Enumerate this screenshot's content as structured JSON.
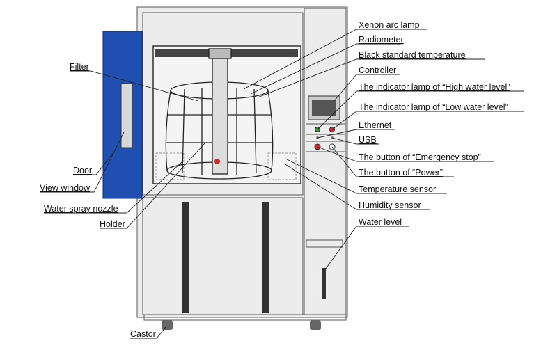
{
  "title": "Xenon arc test chamber components",
  "colors": {
    "door": "#1f4fb0",
    "cabinet": "#e4e4e4",
    "lamp_red": "#d02a2a",
    "lamp_green": "#3a9a3a"
  },
  "labels_right": [
    "Xenon arc lamp",
    "Radiometer",
    "Black standard temperature",
    "Controller",
    "The indicator lamp of “High water level”",
    "The indicator lamp of “Low water level”",
    "Ethernet",
    "USB",
    "The button of “Emergency stop”",
    "The button of “Power”",
    "Temperature sensor",
    "Humidity sensor",
    "Water level"
  ],
  "labels_left": {
    "filter": "Filter",
    "door": "Door",
    "view_window": "View window",
    "water_spray_nozzle": "Water spray nozzle",
    "holder": "Holder",
    "castor": "Castor"
  }
}
